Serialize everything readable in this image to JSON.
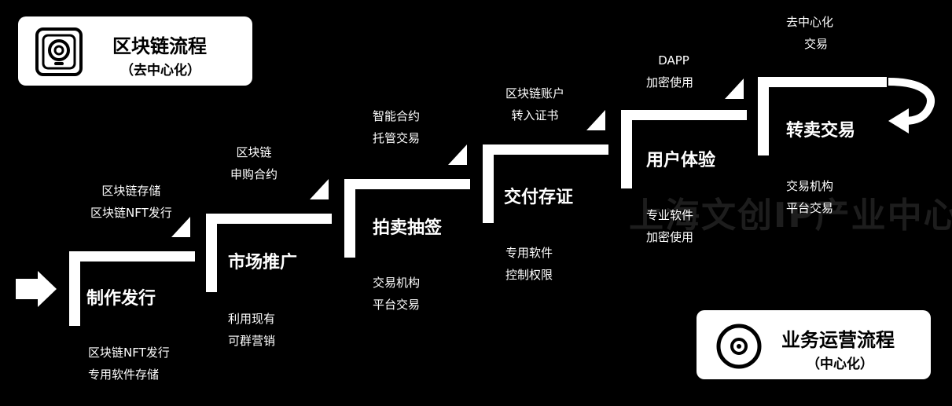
{
  "legend_blockchain": {
    "title": "区块链流程",
    "subtitle": "（去中心化）",
    "icon": "speaker-icon"
  },
  "legend_business": {
    "title": "业务运营流程",
    "subtitle": "（中心化）",
    "icon": "disc-icon"
  },
  "watermark": "上海文创IP产业中心",
  "steps": [
    {
      "label": "制作发行"
    },
    {
      "label": "市场推广"
    },
    {
      "label": "拍卖抽签"
    },
    {
      "label": "交付存证"
    },
    {
      "label": "用户体验"
    },
    {
      "label": "转卖交易"
    }
  ],
  "top_notes": [
    [
      "区块链存储",
      "区块链NFT发行"
    ],
    [
      "区块链",
      "申购合约"
    ],
    [
      "智能合约",
      "托管交易"
    ],
    [
      "区块链账户",
      "转入证书"
    ],
    [
      "DAPP",
      "加密使用"
    ],
    [
      "去中心化",
      "交易"
    ]
  ],
  "bottom_notes": [
    [
      "区块链NFT发行",
      "专用软件存储"
    ],
    [
      "利用现有",
      "可群营销"
    ],
    [
      "交易机构",
      "平台交易"
    ],
    [
      "专用软件",
      "控制权限"
    ],
    [
      "专业软件",
      "加密使用"
    ],
    [
      "交易机构",
      "平台交易"
    ]
  ],
  "colors": {
    "background": "#000000",
    "foreground": "#ffffff"
  }
}
